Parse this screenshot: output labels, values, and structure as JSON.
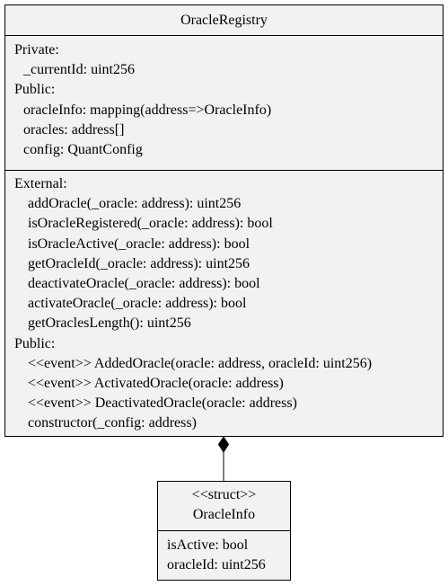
{
  "registry": {
    "name": "OracleRegistry",
    "attributes": {
      "private_label": "Private:",
      "private_items": [
        "_currentId: uint256"
      ],
      "public_label": "Public:",
      "public_items": [
        "oracleInfo: mapping(address=>OracleInfo)",
        "oracles: address[]",
        "config: QuantConfig"
      ]
    },
    "operations": {
      "external_label": "External:",
      "external_items": [
        "addOracle(_oracle: address): uint256",
        "isOracleRegistered(_oracle: address): bool",
        "isOracleActive(_oracle: address): bool",
        "getOracleId(_oracle: address): uint256",
        "deactivateOracle(_oracle: address): bool",
        "activateOracle(_oracle: address): bool",
        "getOraclesLength(): uint256"
      ],
      "public_label": "Public:",
      "public_items": [
        "<<event>> AddedOracle(oracle: address, oracleId: uint256)",
        "<<event>> ActivatedOracle(oracle: address)",
        "<<event>> DeactivatedOracle(oracle: address)",
        "constructor(_config: address)"
      ]
    }
  },
  "oracle_info": {
    "stereotype": "<<struct>>",
    "name": "OracleInfo",
    "attributes": [
      "isActive: bool",
      "oracleId: uint256"
    ]
  },
  "colors": {
    "class_fill": "#f2f2f2",
    "stroke": "#000000",
    "text": "#000000"
  },
  "relationship": "composition"
}
